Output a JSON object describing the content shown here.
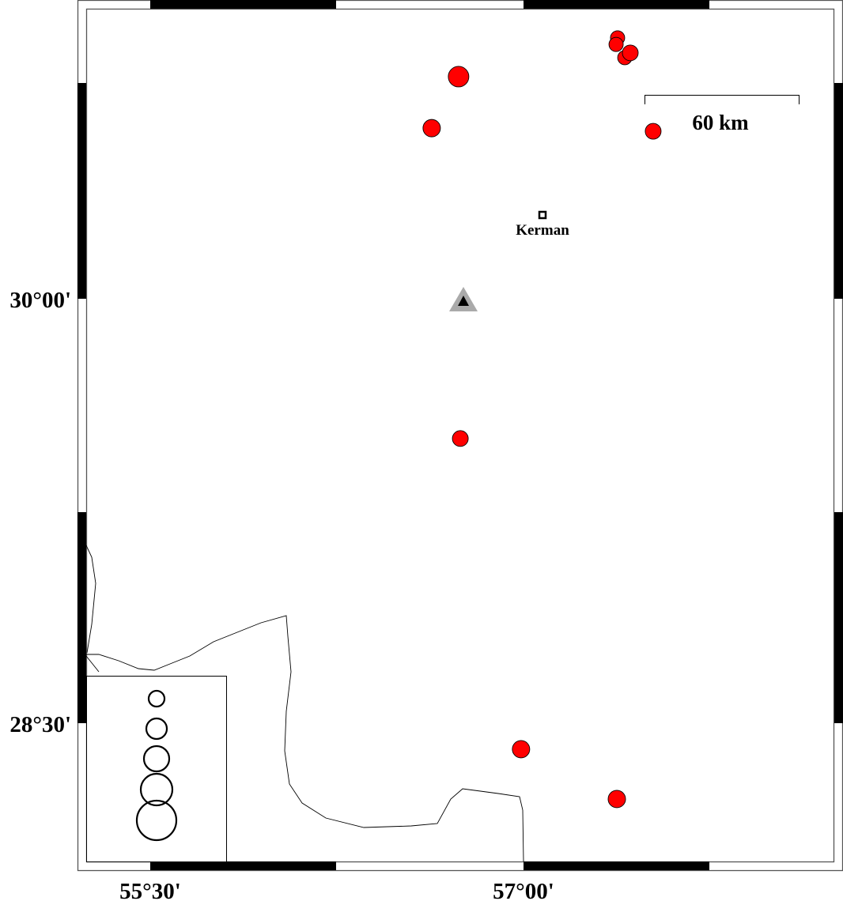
{
  "map": {
    "x_ticks": [
      {
        "lon": 55.5,
        "label": "55°30'"
      },
      {
        "lon": 57.0,
        "label": "57°00'"
      }
    ],
    "y_ticks": [
      {
        "lat": 30.0,
        "label": "30°00'"
      },
      {
        "lat": 28.5,
        "label": "28°30'"
      }
    ],
    "scale_bar": {
      "label": "60 km",
      "length_km": 60
    },
    "city": {
      "name": "Kerman",
      "lon": 57.076,
      "lat": 30.296
    },
    "station": {
      "lon": 56.758,
      "lat": 29.992,
      "fill": "#000000",
      "outline": "#aaaaaa"
    },
    "event_color": "#ff0000",
    "events": [
      {
        "lon": 56.739,
        "lat": 30.785,
        "mag": 6.0
      },
      {
        "lon": 56.631,
        "lat": 30.603,
        "mag": 5.0
      },
      {
        "lon": 57.378,
        "lat": 30.922,
        "mag": 4.0
      },
      {
        "lon": 57.372,
        "lat": 30.899,
        "mag": 4.0
      },
      {
        "lon": 57.407,
        "lat": 30.852,
        "mag": 4.0
      },
      {
        "lon": 57.429,
        "lat": 30.869,
        "mag": 4.5
      },
      {
        "lon": 57.521,
        "lat": 30.592,
        "mag": 4.5
      },
      {
        "lon": 56.746,
        "lat": 29.506,
        "mag": 4.5
      },
      {
        "lon": 56.99,
        "lat": 28.408,
        "mag": 5.0
      },
      {
        "lon": 57.375,
        "lat": 28.232,
        "mag": 5.0
      }
    ],
    "legend_mags": [
      3,
      4,
      5,
      6,
      7
    ]
  }
}
